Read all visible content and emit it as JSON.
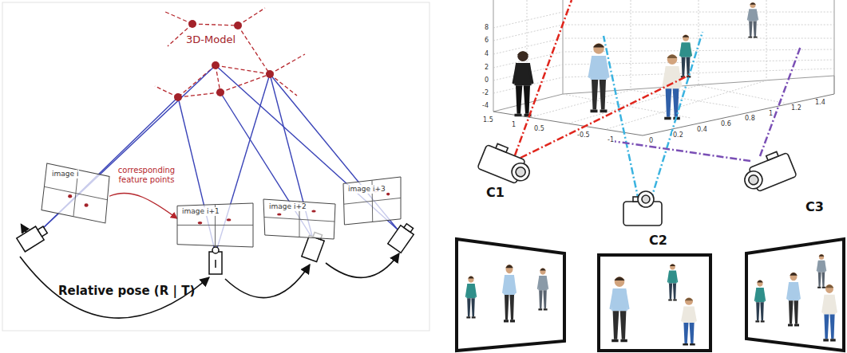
{
  "diagram": {
    "nodes": [
      {
        "text": [
          "image i"
        ]
      },
      {
        "text": [
          "image i+1"
        ]
      },
      {
        "text": [
          "image i+2"
        ]
      },
      {
        "text": [
          "image i+3"
        ]
      }
    ],
    "edges": [
      {
        "from": 0,
        "to": 1,
        "arrow": "to",
        "label": "corresponding feature points"
      }
    ],
    "labels": [
      "3D-Model",
      "Relative pose (R | T)",
      "8",
      "6",
      "4",
      "2",
      "0",
      "-2",
      "-4",
      "1.5",
      "1",
      "0.5",
      "-0.5",
      "-1",
      "0",
      "0.2",
      "0.4",
      "0.6",
      "0.8",
      "1",
      "1.2",
      "1.4",
      "C1",
      "C2",
      "C3"
    ]
  }
}
